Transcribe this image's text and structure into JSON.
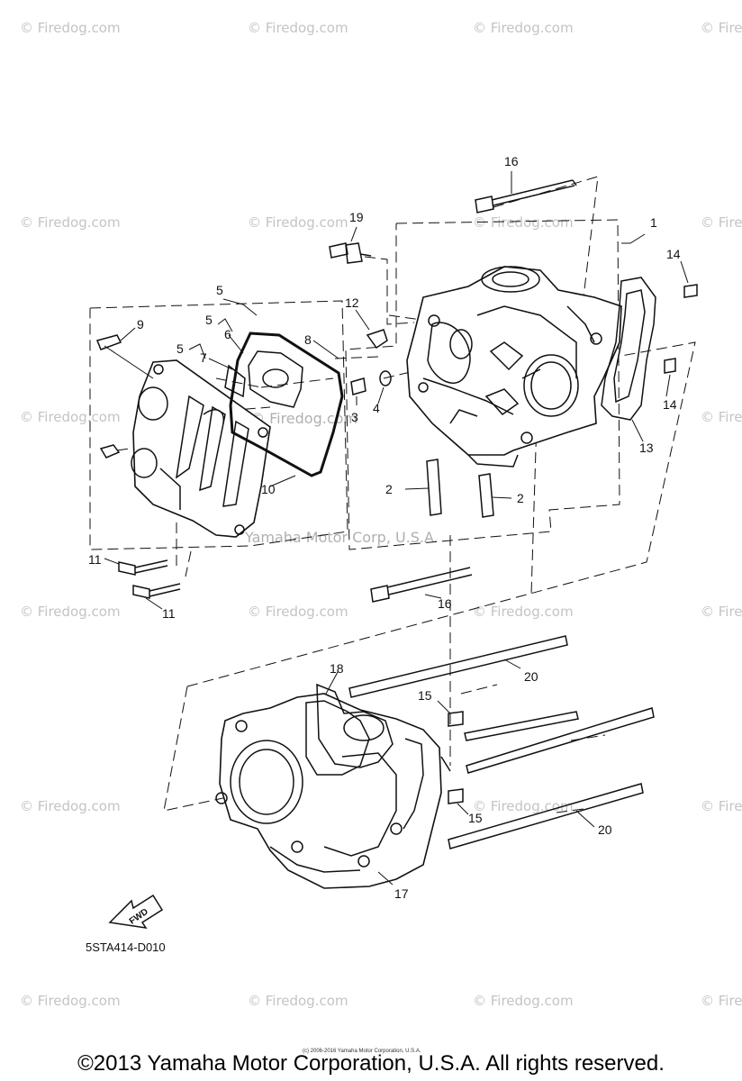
{
  "watermarks": {
    "site": "© Firedog.com",
    "center_site": "© Firedog.com",
    "center_owner": "Yamaha Motor Corp, U.S.A."
  },
  "callouts": {
    "c1": "1",
    "c2a": "2",
    "c2b": "2",
    "c3": "3",
    "c4": "4",
    "c5a": "5",
    "c5b": "5",
    "c5c": "5",
    "c6": "6",
    "c7": "7",
    "c8": "8",
    "c9": "9",
    "c10": "10",
    "c11a": "11",
    "c11b": "11",
    "c12": "12",
    "c13": "13",
    "c14a": "14",
    "c14b": "14",
    "c15a": "15",
    "c15b": "15",
    "c16a": "16",
    "c16b": "16",
    "c17": "17",
    "c18": "18",
    "c19": "19",
    "c20a": "20",
    "c20b": "20"
  },
  "fwd_label": "FWD",
  "diagram_code": "5STA414-D010",
  "tiny_notice": "(c) 2006-2016 Yamaha Motor Corporation, U.S.A.",
  "copyright": "©2013 Yamaha Motor Corporation, U.S.A. All rights reserved."
}
